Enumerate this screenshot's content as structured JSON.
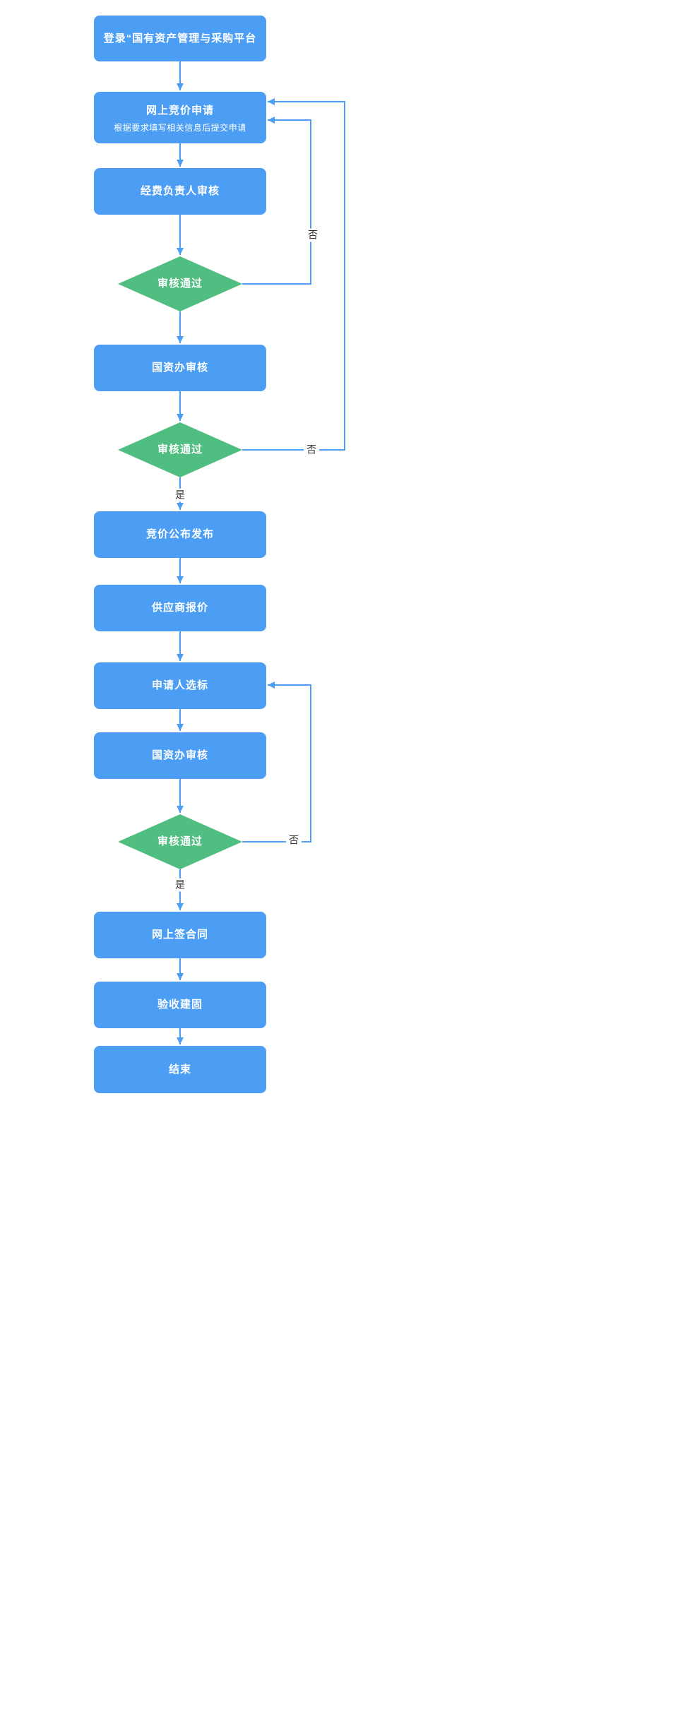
{
  "flowchart": {
    "colors": {
      "background": "#ffffff",
      "process_fill": "#4C9EF5",
      "decision_fill": "#4FBE80",
      "connector": "#4C9EF5",
      "node_text": "#ffffff",
      "edge_label_text": "#333333"
    },
    "nodes": [
      {
        "id": "login",
        "type": "process",
        "label": "登录“国有资产管理与采购平台"
      },
      {
        "id": "online-bid-apply",
        "type": "process",
        "title": "网上竞价申请",
        "subtitle": "根据要求填写相关信息后提交申请"
      },
      {
        "id": "funding-head-review",
        "type": "process",
        "label": "经费负责人审核"
      },
      {
        "id": "review-pass-1",
        "type": "decision",
        "label": "审核通过"
      },
      {
        "id": "gzb-review-1",
        "type": "process",
        "label": "国资办审核"
      },
      {
        "id": "review-pass-2",
        "type": "decision",
        "label": "审核通过"
      },
      {
        "id": "bid-announce-publish",
        "type": "process",
        "label": "竞价公布发布"
      },
      {
        "id": "supplier-quote",
        "type": "process",
        "label": "供应商报价"
      },
      {
        "id": "applicant-select-bid",
        "type": "process",
        "label": "申请人选标"
      },
      {
        "id": "gzb-review-2",
        "type": "process",
        "label": "国资办审核"
      },
      {
        "id": "review-pass-3",
        "type": "decision",
        "label": "审核通过"
      },
      {
        "id": "sign-contract-online",
        "type": "process",
        "label": "网上签合同"
      },
      {
        "id": "acceptance",
        "type": "process",
        "label": "验收建固"
      },
      {
        "id": "end",
        "type": "process",
        "label": "结束"
      }
    ],
    "edge_labels": {
      "yes_1": "是",
      "yes_2": "是",
      "no_1": "否",
      "no_2": "否",
      "no_3": "否"
    }
  }
}
